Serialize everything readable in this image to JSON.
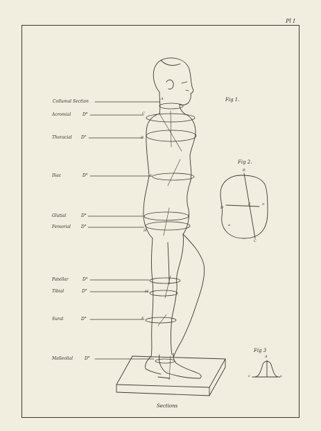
{
  "plate_number": "Pl I",
  "caption": "Sections",
  "figures": {
    "fig1": "Fig 1.",
    "fig2": "Fig 2.",
    "fig3": "Fig 3"
  },
  "sections": [
    {
      "name": "Collumal Section",
      "ditto": "",
      "letter": "A"
    },
    {
      "name": "Acromial",
      "ditto": "D°",
      "letter": "C"
    },
    {
      "name": "Thoracial",
      "ditto": "D°",
      "letter": "D"
    },
    {
      "name": "Iliac",
      "ditto": "D°",
      "letter": "C"
    },
    {
      "name": "Glutial",
      "ditto": "D°",
      "letter": ""
    },
    {
      "name": "Femorial",
      "ditto": "D°",
      "letter": "H"
    },
    {
      "name": "Patellar",
      "ditto": "D°",
      "letter": ""
    },
    {
      "name": "Tibial",
      "ditto": "D°",
      "letter": "M"
    },
    {
      "name": "Sural",
      "ditto": "D°",
      "letter": "E"
    },
    {
      "name": "Malleolial",
      "ditto": "D°",
      "letter": ""
    }
  ],
  "fig2_points": {
    "B": "B",
    "C": "C",
    "D": "D",
    "F": "F",
    "a": "a",
    "n": "n"
  },
  "fig3_points": {
    "A": "A",
    "c": "c",
    "x": "x"
  },
  "colors": {
    "paper": "#f1eddf",
    "ink": "#2f2b26",
    "outer": "#eae5d3"
  }
}
